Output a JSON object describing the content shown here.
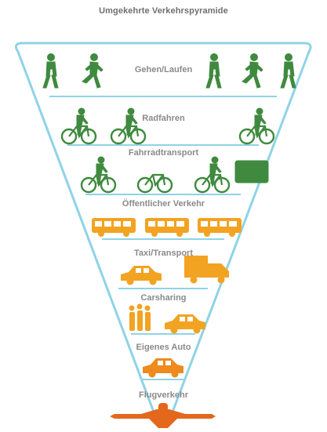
{
  "title": "Umgekehrte Verkehrspyramide",
  "colors": {
    "outline": "#8fd3e6",
    "green": "#3f8a3f",
    "orange": "#f2a322",
    "plane": "#e3681c",
    "label": "#8a8a8a"
  },
  "levels": [
    {
      "label": "Gehen/Laufen",
      "icons": [
        "walking-person-icon",
        "running-person-icon",
        "walking-person-icon",
        "running-person-icon",
        "walking-person-icon"
      ]
    },
    {
      "label": "Radfahren",
      "icons": [
        "cyclist-icon",
        "cyclist-with-child-icon",
        "cyclist-icon"
      ]
    },
    {
      "label": "Fahrradtransport",
      "icons": [
        "cyclist-icon",
        "cargo-tricycle-icon",
        "bike-trailer-icon"
      ]
    },
    {
      "label": "Öffentlicher Verkehr",
      "icons": [
        "bus-icon",
        "train-icon",
        "coach-icon"
      ]
    },
    {
      "label": "Taxi/Transport",
      "icons": [
        "taxi-icon",
        "delivery-truck-icon"
      ]
    },
    {
      "label": "Carsharing",
      "icons": [
        "people-group-icon",
        "car-icon"
      ]
    },
    {
      "label": "Eigenes Auto",
      "icons": [
        "car-icon"
      ]
    },
    {
      "label": "Flugverkehr",
      "icons": [
        "airplane-icon"
      ]
    }
  ]
}
